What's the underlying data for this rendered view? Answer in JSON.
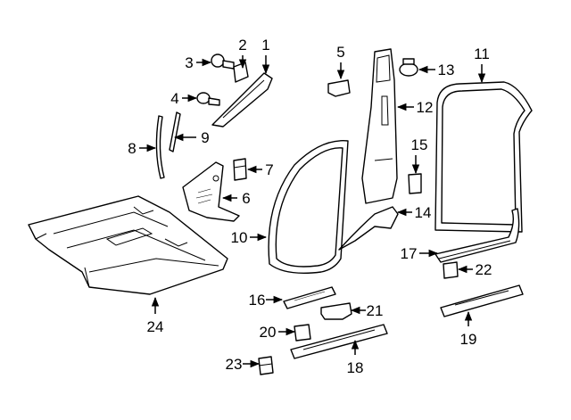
{
  "diagram": {
    "kind": "exploded-parts",
    "background": "#ffffff",
    "ink": "#000000",
    "callouts": [
      {
        "label": "1"
      },
      {
        "label": "2"
      },
      {
        "label": "3"
      },
      {
        "label": "4"
      },
      {
        "label": "5"
      },
      {
        "label": "6"
      },
      {
        "label": "7"
      },
      {
        "label": "8"
      },
      {
        "label": "9"
      },
      {
        "label": "10"
      },
      {
        "label": "11"
      },
      {
        "label": "12"
      },
      {
        "label": "13"
      },
      {
        "label": "14"
      },
      {
        "label": "15"
      },
      {
        "label": "16"
      },
      {
        "label": "17"
      },
      {
        "label": "18"
      },
      {
        "label": "19"
      },
      {
        "label": "20"
      },
      {
        "label": "21"
      },
      {
        "label": "22"
      },
      {
        "label": "23"
      },
      {
        "label": "24"
      }
    ]
  }
}
